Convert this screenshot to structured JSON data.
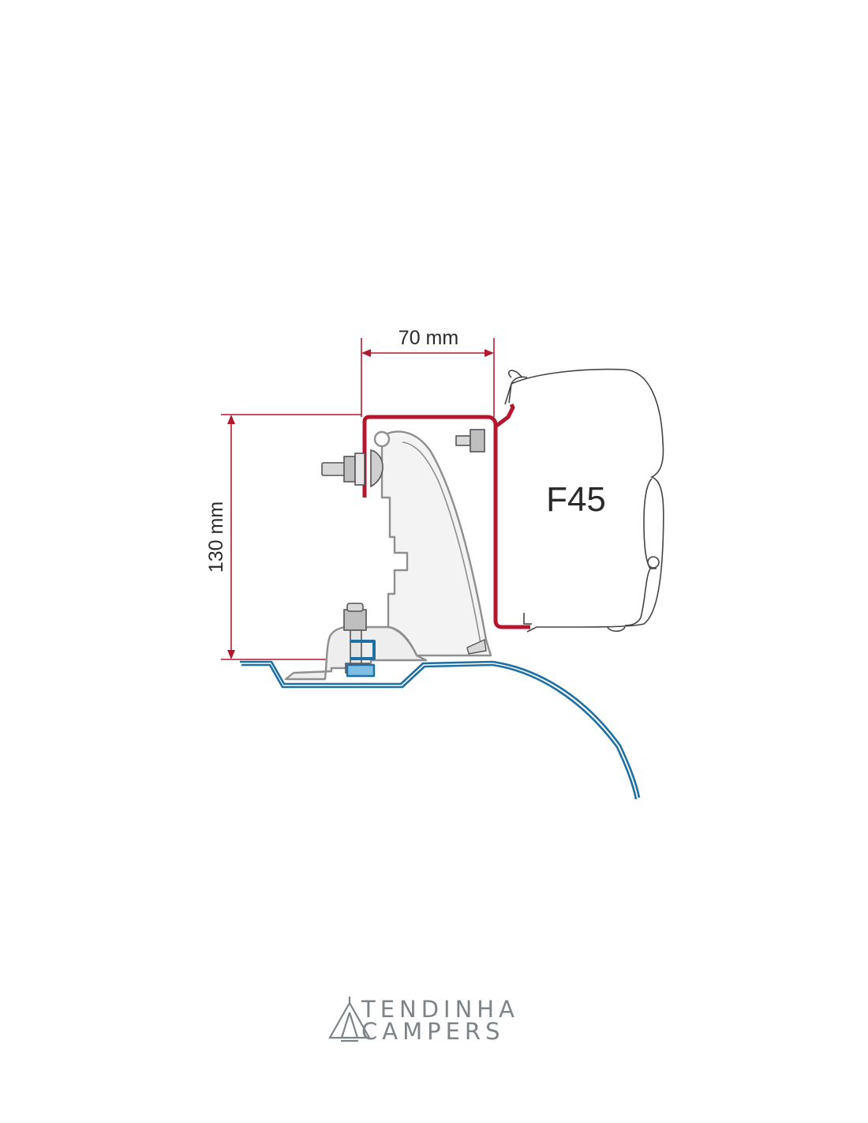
{
  "diagram": {
    "width_dimension_label": "70 mm",
    "height_dimension_label": "130 mm",
    "awning_model_label": "F45"
  },
  "brand": {
    "line1": "TENDINHA",
    "line2": "CAMPERS"
  },
  "colors": {
    "adapter_red": "#b5172e",
    "roof_blue": "#1e6fa4",
    "bracket_gray": "#8f8f8f",
    "outline": "#444444",
    "dimension_line": "#b5172e",
    "brand_gray": "#7d8488"
  }
}
